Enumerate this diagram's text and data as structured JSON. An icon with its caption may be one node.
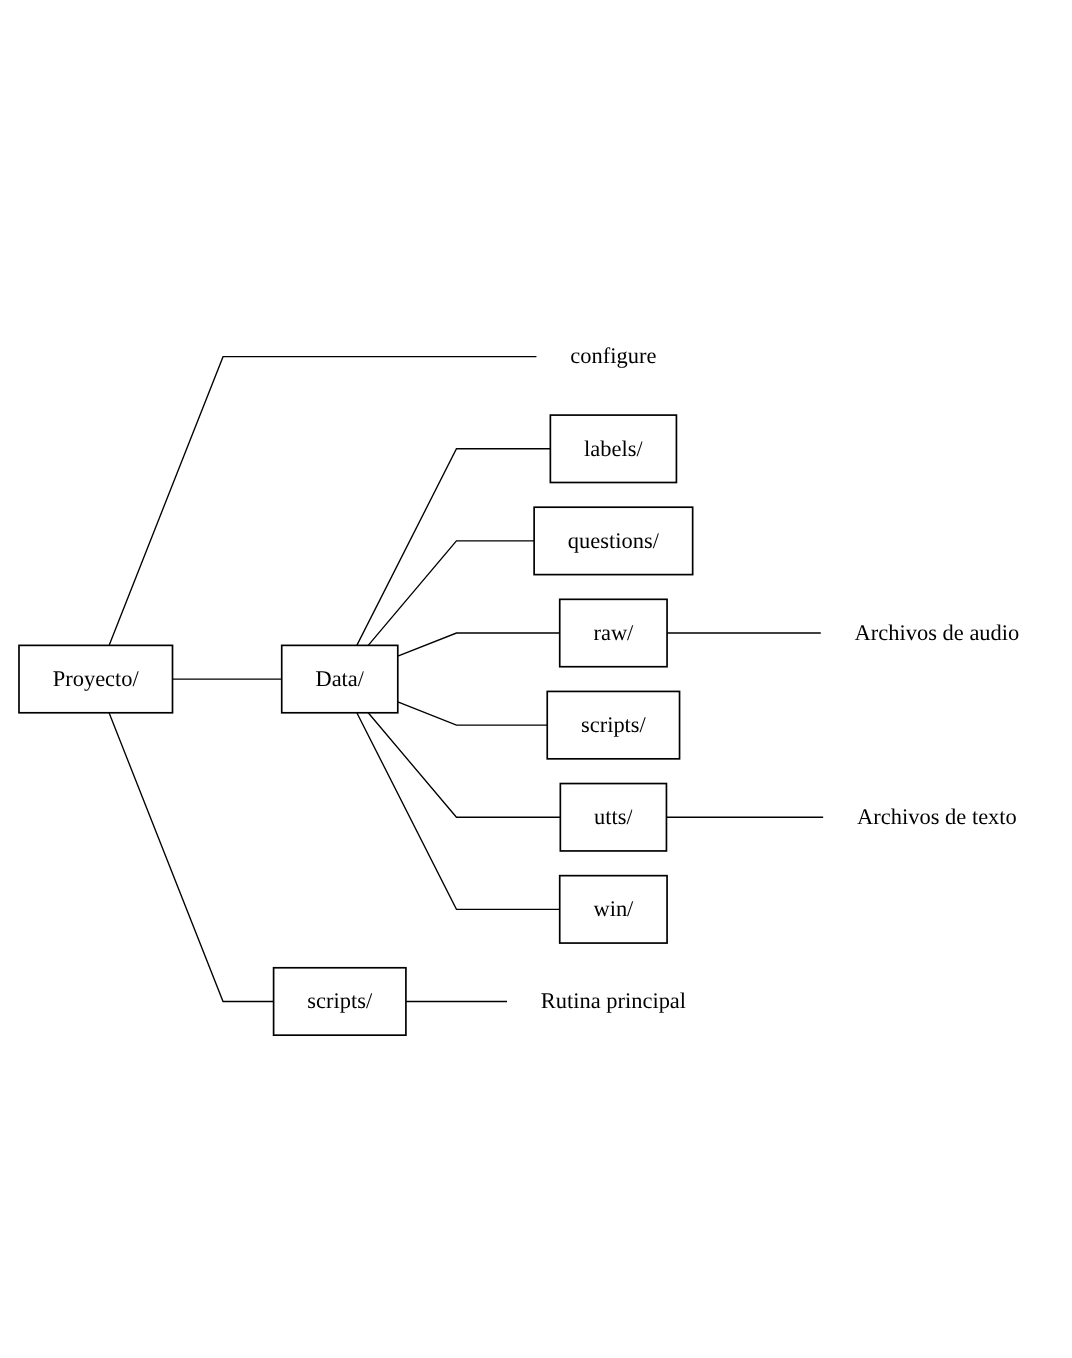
{
  "diagram": {
    "nodes": [
      {
        "text": [
          "Proyecto/"
        ]
      },
      {
        "text": [
          "configure"
        ]
      },
      {
        "text": [
          "Data/"
        ]
      },
      {
        "text": [
          "labels/"
        ]
      },
      {
        "text": [
          "questions/"
        ]
      },
      {
        "text": [
          "raw/"
        ]
      },
      {
        "text": [
          "Archivos de audio"
        ]
      },
      {
        "text": [
          "scripts/"
        ]
      },
      {
        "text": [
          "utts/"
        ]
      },
      {
        "text": [
          "Archivos de texto"
        ]
      },
      {
        "text": [
          "win/"
        ]
      },
      {
        "text": [
          "scripts/"
        ]
      },
      {
        "text": [
          "Rutina principal"
        ]
      }
    ],
    "edges": [
      {
        "from": 0,
        "to": 1,
        "arrow": "none"
      },
      {
        "from": 0,
        "to": 2,
        "arrow": "none"
      },
      {
        "from": 2,
        "to": 3,
        "arrow": "none"
      },
      {
        "from": 2,
        "to": 4,
        "arrow": "none"
      },
      {
        "from": 2,
        "to": 5,
        "arrow": "none"
      },
      {
        "from": 5,
        "to": 6,
        "arrow": "none"
      },
      {
        "from": 2,
        "to": 7,
        "arrow": "none"
      },
      {
        "from": 2,
        "to": 8,
        "arrow": "none"
      },
      {
        "from": 8,
        "to": 9,
        "arrow": "none"
      },
      {
        "from": 2,
        "to": 10,
        "arrow": "none"
      },
      {
        "from": 0,
        "to": 11,
        "arrow": "none"
      },
      {
        "from": 11,
        "to": 12,
        "arrow": "none"
      }
    ]
  }
}
